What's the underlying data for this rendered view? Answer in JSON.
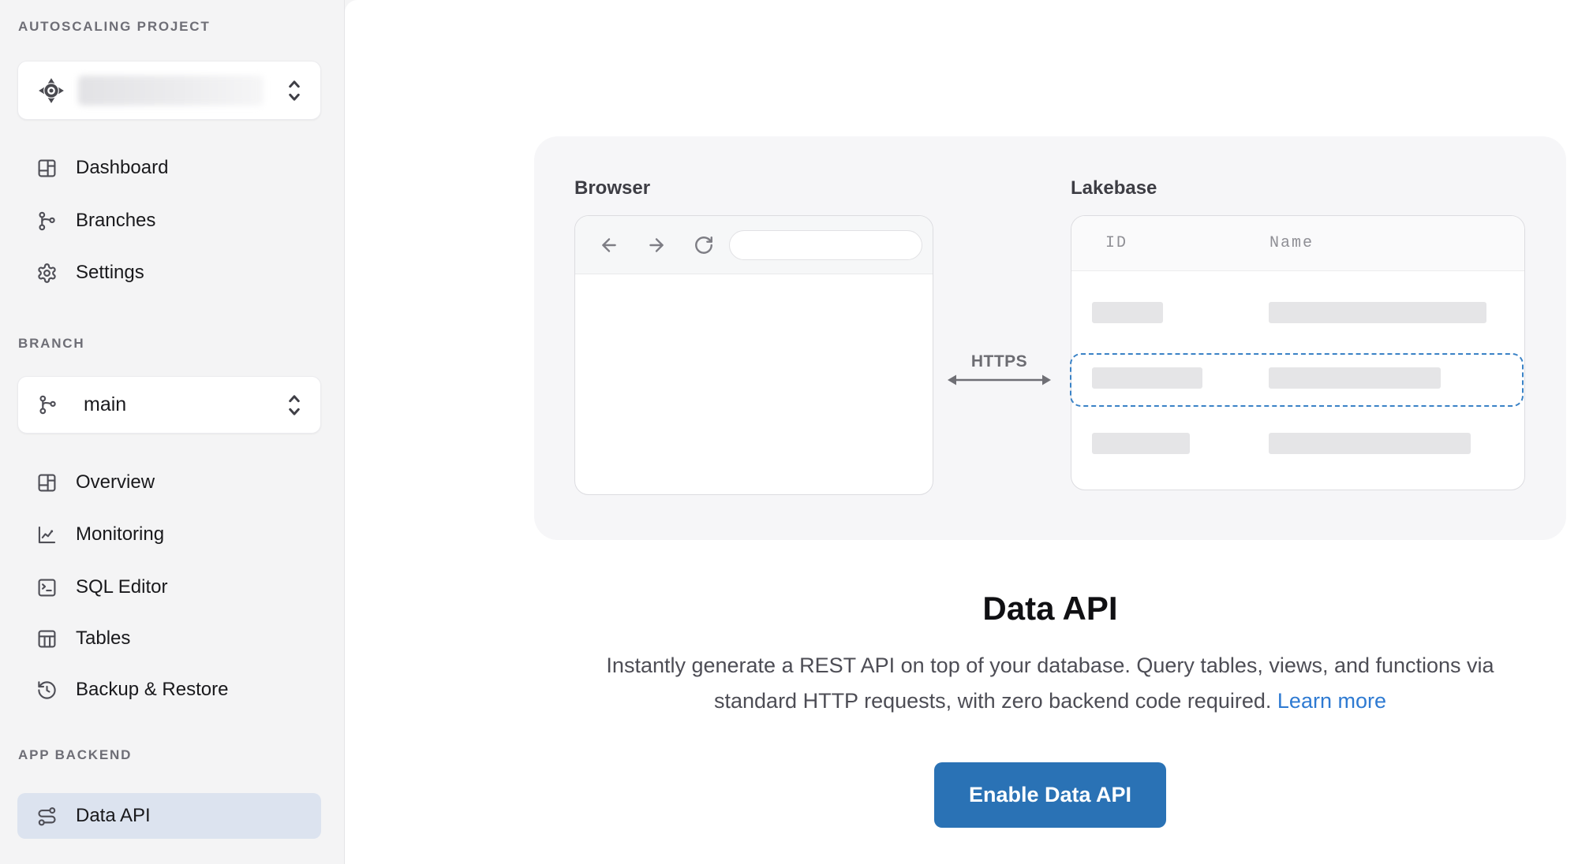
{
  "sidebar": {
    "project_section": {
      "label": "AUTOSCALING PROJECT"
    },
    "project_nav": [
      {
        "label": "Dashboard"
      },
      {
        "label": "Branches"
      },
      {
        "label": "Settings"
      }
    ],
    "branch_section": {
      "label": "BRANCH"
    },
    "branch_selector": {
      "value": "main"
    },
    "branch_nav": [
      {
        "label": "Overview"
      },
      {
        "label": "Monitoring"
      },
      {
        "label": "SQL Editor"
      },
      {
        "label": "Tables"
      },
      {
        "label": "Backup & Restore"
      }
    ],
    "app_backend_section": {
      "label": "APP BACKEND"
    },
    "app_backend_nav": [
      {
        "label": "Data API",
        "selected": true
      }
    ]
  },
  "illustration": {
    "browser_label": "Browser",
    "database_label": "Lakebase",
    "protocol_label": "HTTPS",
    "table_columns": [
      "ID",
      "Name"
    ]
  },
  "content": {
    "title": "Data API",
    "description_line1": "Instantly generate a REST API on top of your database. Query tables, views, and functions via",
    "description_line2": "standard HTTP requests, with zero backend code required.",
    "learn_more_label": "Learn more",
    "enable_button_label": "Enable Data API"
  },
  "colors": {
    "accent_button_blue": "#2a72b5",
    "link_blue": "#2e7ad2",
    "selection_dashed_blue": "#3a82c6",
    "selected_nav_bg": "#dce3ef",
    "sidebar_bg": "#f4f4f5",
    "card_bg": "#f6f6f8"
  }
}
